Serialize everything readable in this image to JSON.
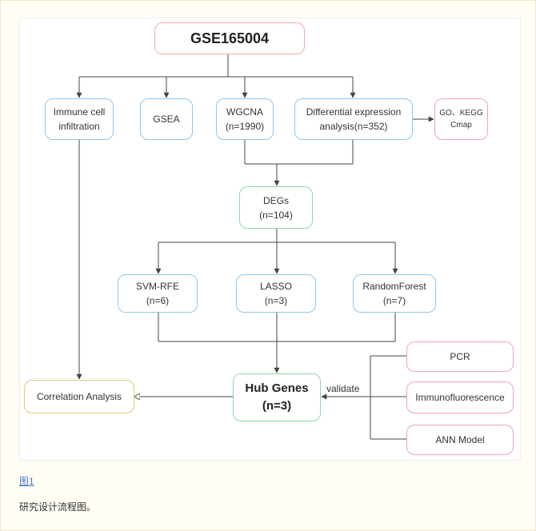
{
  "nodes": {
    "root": "GSE165004",
    "immune": [
      "Immune cell",
      "infiltration"
    ],
    "gsea": "GSEA",
    "wgcna": [
      "WGCNA",
      "(n=1990)"
    ],
    "diff": [
      "Differential expression",
      "analysis(n=352)"
    ],
    "gokegg": [
      "GO、KEGG",
      "Cmap"
    ],
    "degs": [
      "DEGs",
      "(n=104)"
    ],
    "svm": [
      "SVM-RFE",
      "(n=6)"
    ],
    "lasso": [
      "LASSO",
      "(n=3)"
    ],
    "rf": [
      "RandomForest",
      "(n=7)"
    ],
    "hub": [
      "Hub Genes",
      "(n=3)"
    ],
    "correlation": "Correlation Analysis",
    "pcr": "PCR",
    "if": "Immunofluorescence",
    "ann": "ANN Model"
  },
  "edge_labels": {
    "validate": "validate"
  },
  "caption": {
    "link": "图1",
    "text": "研究设计流程图。"
  },
  "colors": {
    "blue": "#90c6ee",
    "pink": "#f2a2bd",
    "green": "#8fd6a7",
    "gold": "#e3c972",
    "salmon": "#f4a9a4",
    "line": "#444444"
  }
}
